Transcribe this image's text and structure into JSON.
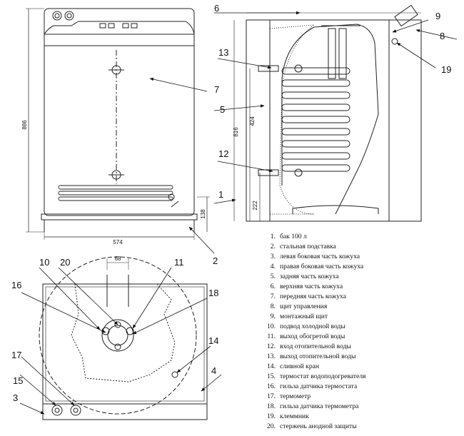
{
  "callouts": [
    "1",
    "2",
    "3",
    "4",
    "5",
    "6",
    "7",
    "8",
    "9",
    "10",
    "11",
    "12",
    "13",
    "14",
    "15",
    "16",
    "17",
    "18",
    "19",
    "20"
  ],
  "dimensions": {
    "height_total": "886",
    "width_total": "574",
    "base_height": "138",
    "tank_height": "816",
    "inlet_height": "424",
    "outlet_height": "222",
    "pipe_spacing": "68"
  },
  "legend": [
    {
      "num": "1.",
      "text": "бак 100 л"
    },
    {
      "num": "2.",
      "text": "стальная подставка"
    },
    {
      "num": "3.",
      "text": "левая боковая часть кожуха"
    },
    {
      "num": "4.",
      "text": "правая боковая часть кожуха"
    },
    {
      "num": "5.",
      "text": "задняя часть кожуха"
    },
    {
      "num": "6.",
      "text": "верхняя часть кожуха"
    },
    {
      "num": "7.",
      "text": "передняя часть кожуха"
    },
    {
      "num": "8.",
      "text": "щит управления"
    },
    {
      "num": "9.",
      "text": "монтажный щит"
    },
    {
      "num": "10.",
      "text": "подвод холодной воды"
    },
    {
      "num": "11.",
      "text": "выход обогретой воды"
    },
    {
      "num": "12.",
      "text": "вход отопительной воды"
    },
    {
      "num": "13.",
      "text": "выход отопительной воды"
    },
    {
      "num": "14.",
      "text": "сливной кран"
    },
    {
      "num": "15.",
      "text": "термостат водоподогревателя"
    },
    {
      "num": "16.",
      "text": "гильза датчика термостата"
    },
    {
      "num": "17.",
      "text": "термометр"
    },
    {
      "num": "18.",
      "text": "гильза датчика термометра"
    },
    {
      "num": "19.",
      "text": "клеммник"
    },
    {
      "num": "20.",
      "text": "стержень анодной защиты"
    }
  ]
}
